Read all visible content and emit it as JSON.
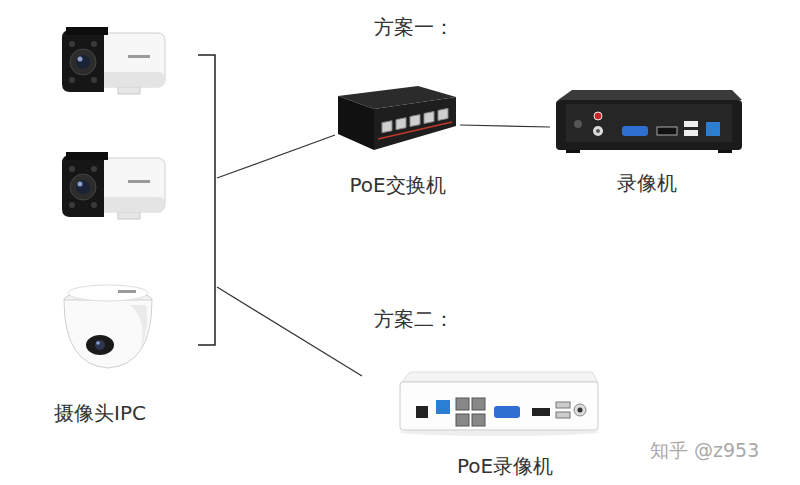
{
  "diagram": {
    "nodes": [
      {
        "text": [
          "摄像头IPC"
        ]
      },
      {
        "text": [
          "PoE交换机"
        ]
      },
      {
        "text": [
          "录像机"
        ]
      },
      {
        "text": [
          "PoE录像机"
        ]
      }
    ],
    "edges": [
      {
        "from": 0,
        "to": 1,
        "arrow": "none"
      },
      {
        "from": 1,
        "to": 2,
        "arrow": "none"
      },
      {
        "from": 0,
        "to": 3,
        "arrow": "none"
      }
    ],
    "labels": [
      "方案一：",
      "方案二：",
      "知乎 @z953"
    ]
  }
}
